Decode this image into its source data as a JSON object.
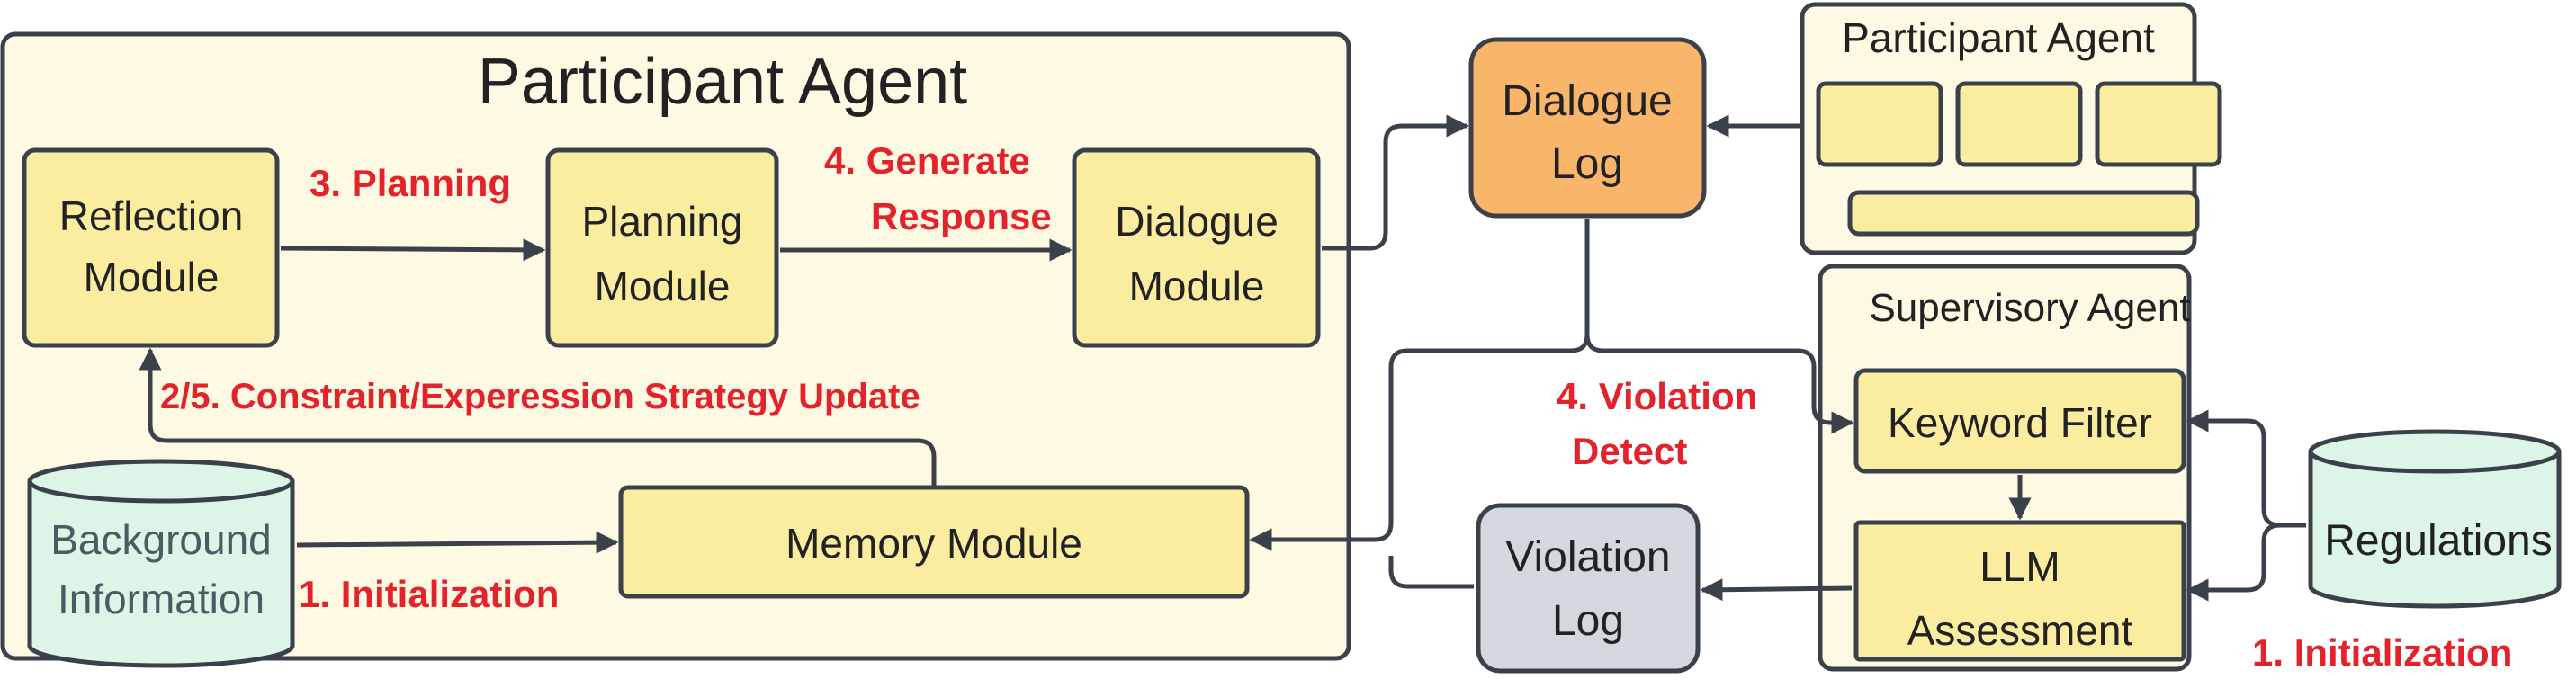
{
  "colors": {
    "container_fill": "#fdf9e3",
    "module_fill": "#fbeda0",
    "dialogue_log_fill": "#f9b66a",
    "violation_log_fill": "#d3d7de",
    "database_fill": "#ddf5e6",
    "stroke": "#3b414b",
    "step_label": "#e3222b"
  },
  "participant_agent": {
    "title": "Participant Agent",
    "reflection_module": [
      "Reflection",
      "Module"
    ],
    "planning_module": [
      "Planning",
      "Module"
    ],
    "dialogue_module": [
      "Dialogue",
      "Module"
    ],
    "memory_module": "Memory Module",
    "background_information": [
      "Background",
      "Information"
    ]
  },
  "dialogue_log": [
    "Dialogue",
    "Log"
  ],
  "violation_log": [
    "Violation",
    "Log"
  ],
  "other_participant": {
    "title": "Participant Agent"
  },
  "supervisory_agent": {
    "title": "Supervisory Agent",
    "keyword_filter": "Keyword Filter",
    "llm_assessment": [
      "LLM",
      "Assessment"
    ]
  },
  "regulations": "Regulations",
  "steps": {
    "planning": "3. Planning",
    "generate_response": [
      "4. Generate",
      "Response"
    ],
    "strategy_update": "2/5. Constraint/Experession Strategy Update",
    "initialization_left": "1. Initialization",
    "violation_detect": [
      "4. Violation",
      "Detect"
    ],
    "initialization_right": "1. Initialization"
  }
}
